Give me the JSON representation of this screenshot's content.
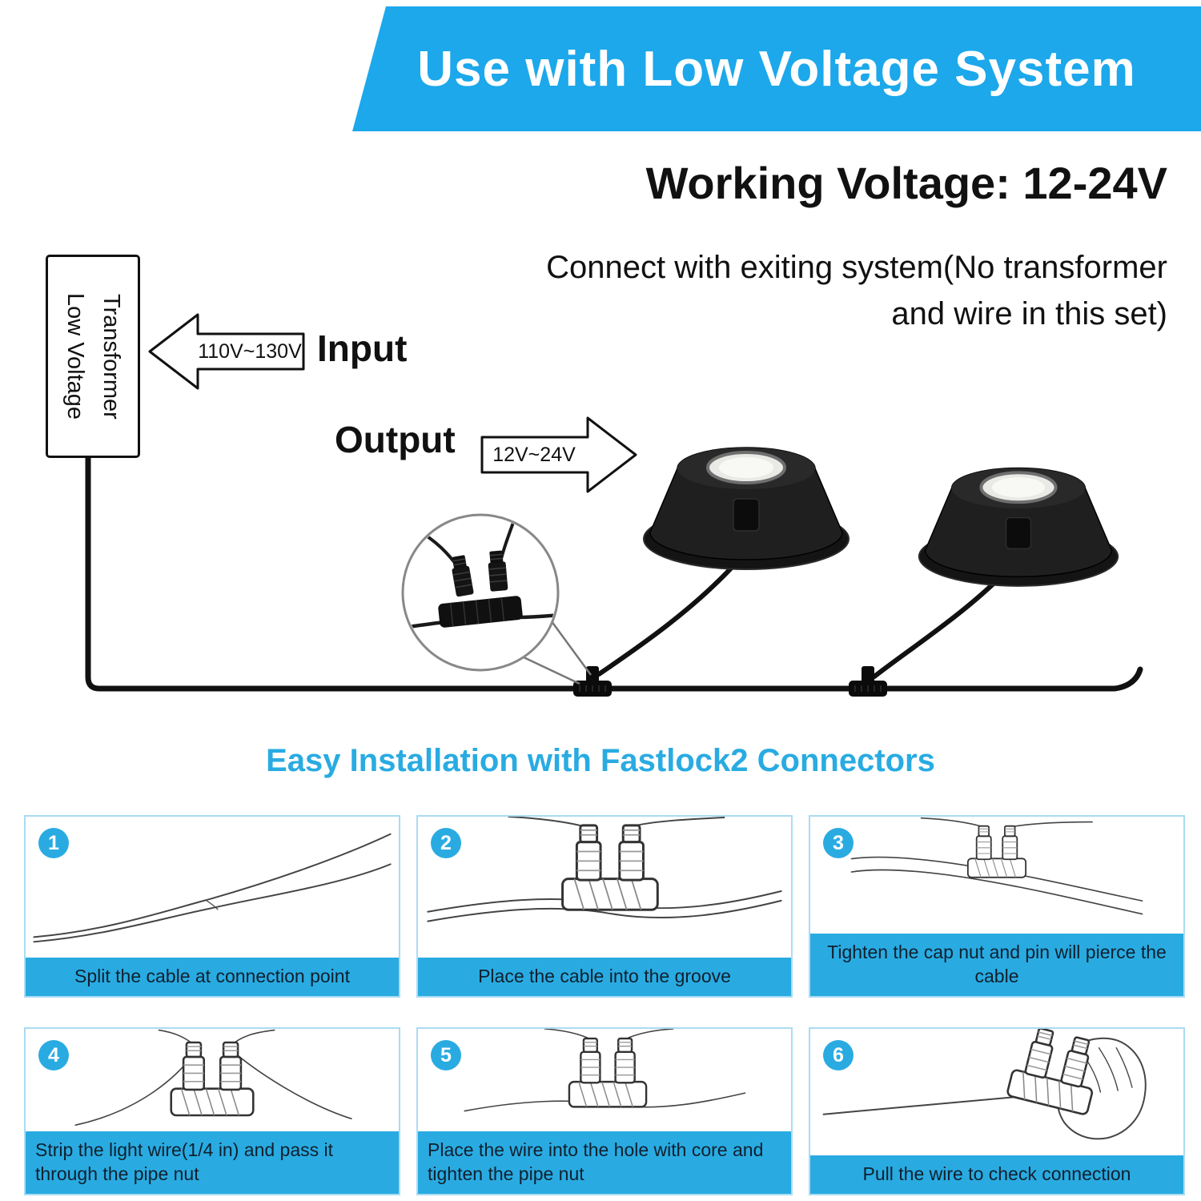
{
  "colors": {
    "banner_blue": "#1CA8EB",
    "caption_blue": "#29ABE2",
    "section_title_blue": "#29ABE2"
  },
  "banner": {
    "title": "Use with Low Voltage System"
  },
  "headline": {
    "working_voltage": "Working Voltage: 12-24V",
    "note_line1": "Connect with exiting system(No transformer",
    "note_line2": "and wire in this set)"
  },
  "diagram": {
    "transformer_line1": "Low Voltage",
    "transformer_line2": "Transformer",
    "input_label": "Input",
    "input_arrow_value": "110V~130V",
    "output_label": "Output",
    "output_arrow_value": "12V~24V"
  },
  "installation": {
    "title": "Easy Installation with Fastlock2 Connectors",
    "steps": [
      {
        "num": "1",
        "caption": "Split the cable at connection point"
      },
      {
        "num": "2",
        "caption": "Place the cable into the groove"
      },
      {
        "num": "3",
        "caption": "Tighten the cap nut and pin will pierce the cable"
      },
      {
        "num": "4",
        "caption": "Strip the light wire(1/4 in) and pass it through the pipe nut"
      },
      {
        "num": "5",
        "caption": "Place the wire into the hole with core and tighten the pipe nut"
      },
      {
        "num": "6",
        "caption": "Pull the wire to check connection"
      }
    ]
  }
}
